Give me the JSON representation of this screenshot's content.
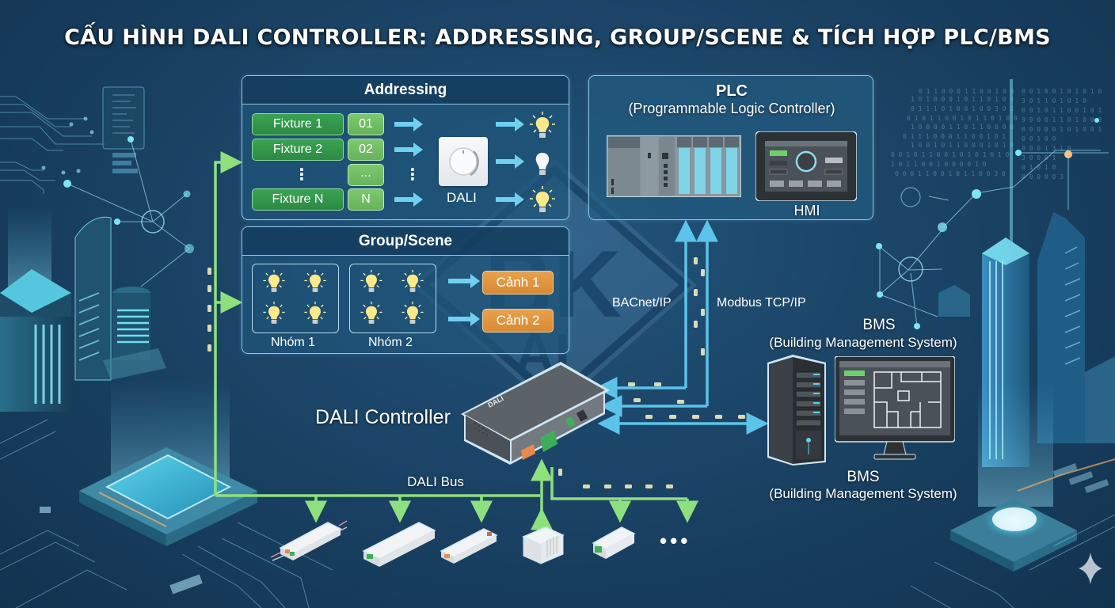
{
  "title": "CẤU HÌNH DALI CONTROLLER: ADDRESSING, GROUP/SCENE & TÍCH HỢP PLC/BMS",
  "colors": {
    "background": "#1b4466",
    "panel_border": "#8fc6e4",
    "fixture_green": "#3aa453",
    "address_green": "#7dc96f",
    "scene_orange": "#e9a14c",
    "dali_bus_green": "#8ee07e",
    "network_blue": "#5cc3ea"
  },
  "addressing": {
    "header": "Addressing",
    "fixtures": [
      {
        "name": "Fixture 1",
        "address": "01",
        "lamp_state": "on"
      },
      {
        "name": "Fixture 2",
        "address": "02",
        "lamp_state": "off"
      },
      {
        "name": "⋮",
        "address": "...",
        "lamp_state": ""
      },
      {
        "name": "Fixture N",
        "address": "N",
        "lamp_state": "on"
      }
    ],
    "controller_label": "DALI",
    "controller_icon": "dimmer-knob-icon",
    "lamp_icon": "light-bulb-icon"
  },
  "group_scene": {
    "header": "Group/Scene",
    "groups": [
      {
        "label": "Nhóm 1",
        "lamps": 4
      },
      {
        "label": "Nhóm 2",
        "lamps": 4
      }
    ],
    "scenes": [
      "Cảnh 1",
      "Cảnh 2"
    ]
  },
  "plc": {
    "title": "PLC",
    "subtitle": "(Programmable Logic Controller)",
    "hmi_label": "HMI"
  },
  "protocols": {
    "bacnet": "BACnet/IP",
    "modbus": "Modbus TCP/IP"
  },
  "bms": {
    "title": "BMS",
    "subtitle": "(Building Management System)",
    "caption_title": "BMS",
    "caption_subtitle": "(Building Management System)"
  },
  "controller": {
    "label": "DALI Controller",
    "brand": "DALI"
  },
  "bus": {
    "label": "DALI Bus",
    "devices": [
      "driver-1",
      "driver-2",
      "driver-3",
      "driver-4",
      "driver-5"
    ],
    "more": "•••"
  }
}
